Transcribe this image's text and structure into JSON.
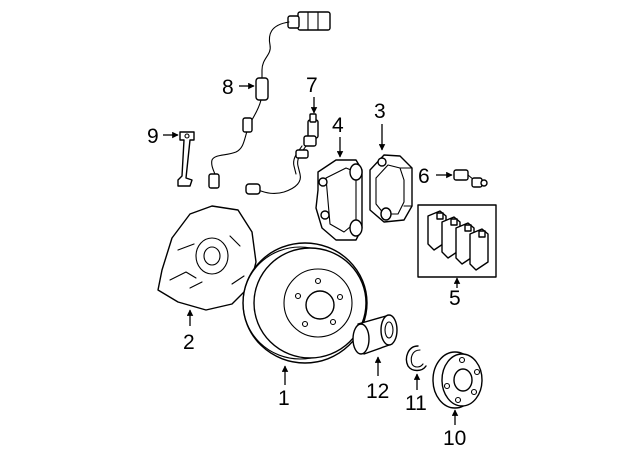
{
  "diagram": {
    "callouts": [
      {
        "id": "rotor",
        "label": "1"
      },
      {
        "id": "splash-shield",
        "label": "2"
      },
      {
        "id": "caliper",
        "label": "3"
      },
      {
        "id": "caliper-support",
        "label": "4"
      },
      {
        "id": "pad-set",
        "label": "5"
      },
      {
        "id": "pad-wear-sensor",
        "label": "6"
      },
      {
        "id": "brake-hose",
        "label": "7"
      },
      {
        "id": "abs-sensor",
        "label": "8"
      },
      {
        "id": "sensor-bracket",
        "label": "9"
      },
      {
        "id": "hub",
        "label": "10"
      },
      {
        "id": "snap-ring",
        "label": "11"
      },
      {
        "id": "wheel-bearing",
        "label": "12"
      }
    ]
  },
  "colors": {
    "line": "#000000",
    "background": "#ffffff"
  }
}
